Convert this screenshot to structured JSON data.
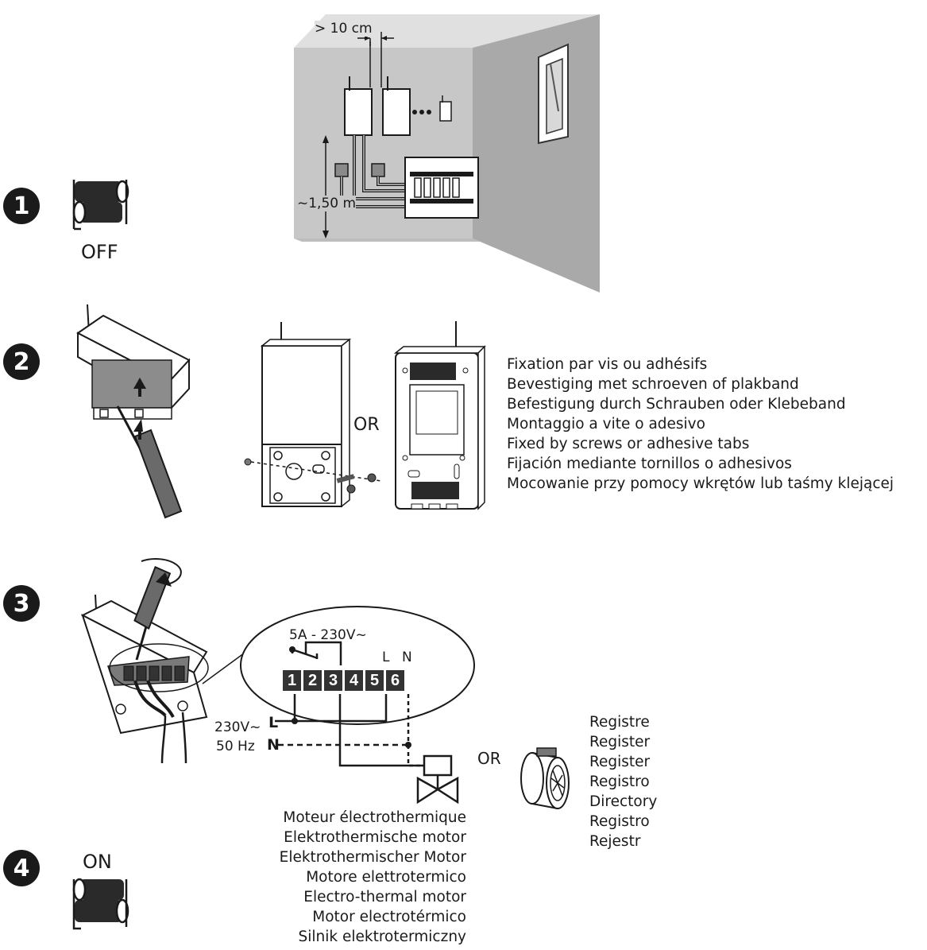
{
  "steps": {
    "s1": "1",
    "s2": "2",
    "s3": "3",
    "s4": "4"
  },
  "switch": {
    "off_label": "OFF",
    "on_label": "ON"
  },
  "room": {
    "spacing_label": "> 10 cm",
    "height_label": "~1,50 m"
  },
  "mounting": {
    "or_label": "OR",
    "fixation_texts": [
      "Fixation par vis ou adhésifs",
      "Bevestiging met schroeven of plakband",
      "Befestigung durch Schrauben oder Klebeband",
      "Montaggio a vite o adesivo",
      "Fixed by screws or adhesive tabs",
      "Fijación mediante tornillos o adhesivos",
      "Mocowanie przy pomocy wkrętów lub taśmy klejącej"
    ]
  },
  "wiring": {
    "rating": "5A - 230V~",
    "terminals": [
      "1",
      "2",
      "3",
      "4",
      "5",
      "6"
    ],
    "l_label": "L",
    "n_label": "N",
    "supply_line1": "230V~",
    "supply_line2": "50 Hz",
    "supply_l": "L",
    "supply_n": "N",
    "or_label": "OR",
    "motor_texts": [
      "Moteur électrothermique",
      "Elektrothermische motor",
      "Elektrothermischer Motor",
      "Motore elettrotermico",
      "Electro-thermal motor",
      "Motor electrotérmico",
      "Silnik elektrotermiczny"
    ],
    "register_texts": [
      "Registre",
      "Register",
      "Register",
      "Registro",
      "Directory",
      "Registro",
      "Rejestr"
    ]
  }
}
